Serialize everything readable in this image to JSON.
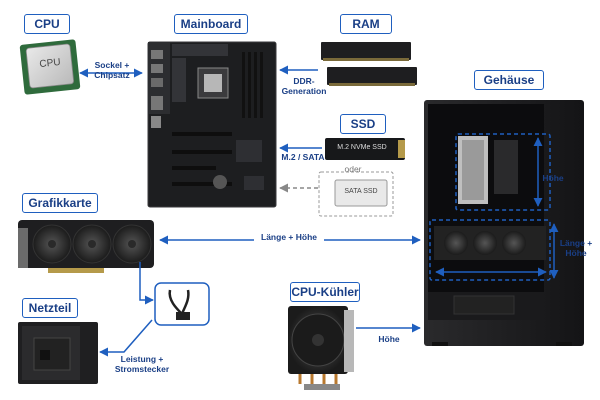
{
  "labels": {
    "cpu": "CPU",
    "mainboard": "Mainboard",
    "ram": "RAM",
    "ssd": "SSD",
    "gehaeuse": "Gehäuse",
    "grafikkarte": "Grafikkarte",
    "netzteil": "Netzteil",
    "cpu_kuehler": "CPU-Kühler"
  },
  "annotations": {
    "sockel_line1": "Sockel +",
    "sockel_line2": "Chipsatz",
    "ddr_line1": "DDR-",
    "ddr_line2": "Generation",
    "m2_sata": "M.2 / SATA",
    "oder": "oder",
    "laenge_hoehe_gpu": "Länge + Höhe",
    "hoehe_case_top": "Höhe",
    "laenge_case_line1": "Länge +",
    "laenge_case_line2": "Höhe",
    "leistung_line1": "Leistung +",
    "leistung_line2": "Stromstecker",
    "hoehe_cooler": "Höhe"
  },
  "component_text": {
    "cpu_chip": "CPU",
    "m2_ssd": "M.2 NVMe SSD",
    "sata_ssd": "SATA SSD"
  },
  "colors": {
    "accent": "#1f5fbf",
    "label_text": "#1a3f86",
    "dark_hardware": "#1c1c1e"
  }
}
